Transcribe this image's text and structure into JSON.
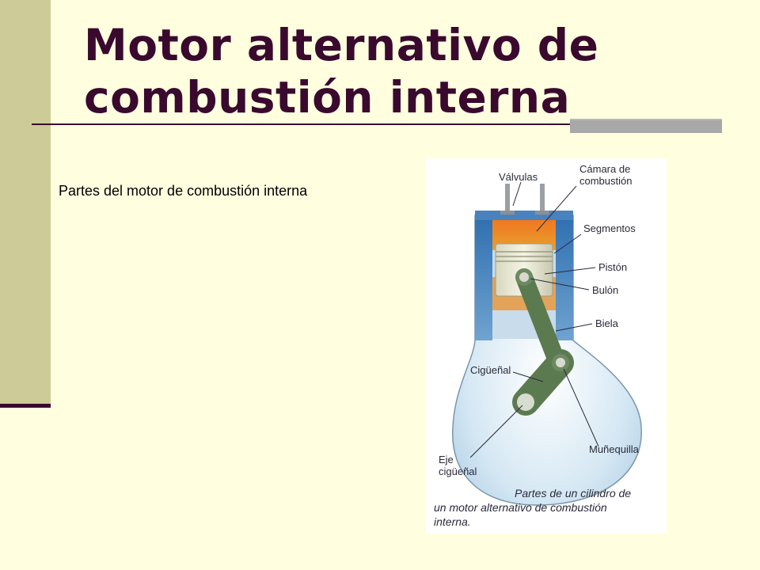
{
  "slide": {
    "title_line1": "Motor alternativo de",
    "title_line2": "combustión interna",
    "subtitle": "Partes del motor de combustión interna"
  },
  "diagram": {
    "labels": {
      "valvulas": "Válvulas",
      "camara_line1": "Cámara de",
      "camara_line2": "combustión",
      "segmentos": "Segmentos",
      "piston": "Pistón",
      "bulon": "Bulón",
      "biela": "Biela",
      "ciguenal": "Cigüeñal",
      "munequilla": "Muñequilla",
      "eje_line1": "Eje",
      "eje_line2": "cigüeñal"
    },
    "caption": {
      "line1": "Partes de un cilindro de",
      "line2": "un motor alternativo de combustión",
      "line3": "interna."
    }
  },
  "colors": {
    "background": "#FFFFE0",
    "title": "#3A0A2E",
    "side_bar": "#CDCB97",
    "rule_accent": "#A8A8A8"
  }
}
